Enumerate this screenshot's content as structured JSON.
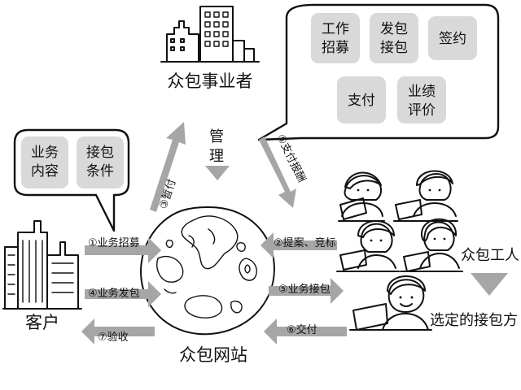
{
  "nodes": {
    "entrepreneur": "众包事业者",
    "customer": "客户",
    "website": "众包网站",
    "workers": "众包工人",
    "selected": "选定的接包方",
    "manage": "管理"
  },
  "customer_bubble": {
    "item1": [
      "业务",
      "内容"
    ],
    "item2": [
      "接包",
      "条件"
    ]
  },
  "entrepreneur_bubble": {
    "item1": [
      "工作",
      "招募"
    ],
    "item2": [
      "发包",
      "接包"
    ],
    "item3": "签约",
    "item4": "支付",
    "item5": [
      "业绩",
      "评价"
    ]
  },
  "flows": {
    "f1": "①业务招募",
    "f2": "②提案、竞标",
    "f3": "③暂付",
    "f4": "④业务发包",
    "f5": "⑤业务接包",
    "f6": "⑥交付",
    "f7": "⑦验收",
    "f8": "⑧支付报酬"
  },
  "colors": {
    "arrow": "#a6a6a6",
    "box": "#d9d9d9",
    "ink": "#111111"
  }
}
